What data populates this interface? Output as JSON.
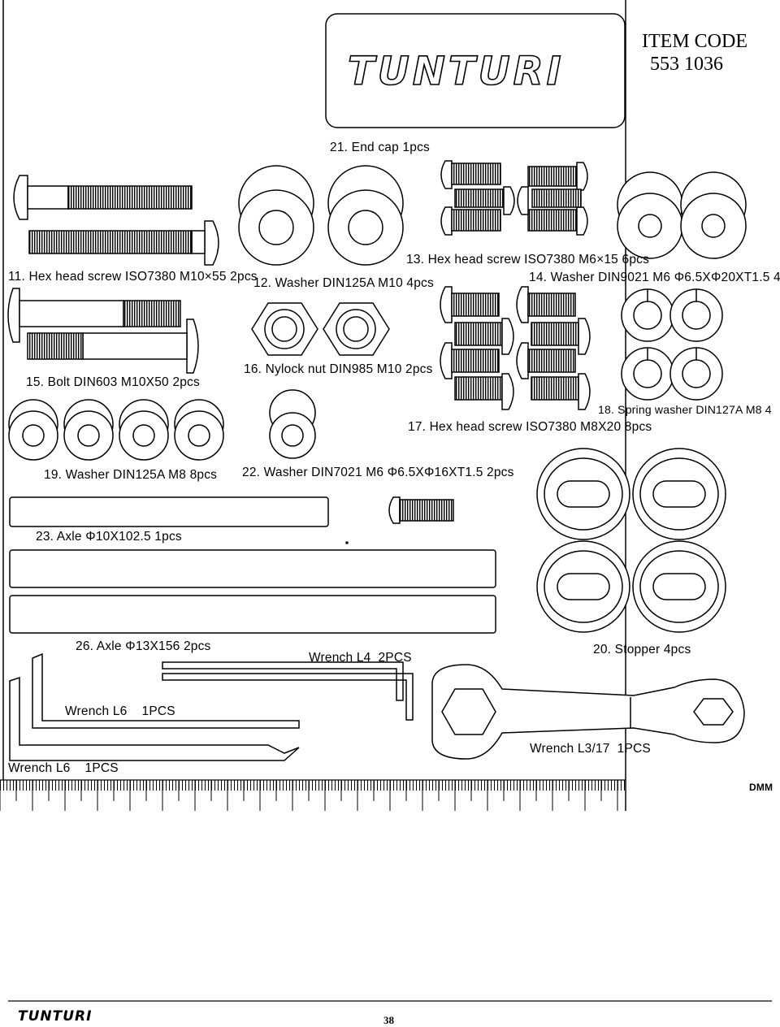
{
  "header": {
    "brand": "TUNTURI",
    "item_code_label": "ITEM CODE",
    "item_code_value": "553 1036"
  },
  "parts": {
    "p21": "21. End cap 1pcs",
    "p11": "11. Hex head screw ISO7380 M10×55 2pcs",
    "p12": "12. Washer DIN125A M10 4pcs",
    "p13": "13. Hex head screw ISO7380 M6×15 6pcs",
    "p14": "14. Washer DIN9021 M6 Φ6.5XΦ20XT1.5 4",
    "p15": "15. Bolt DIN603 M10X50 2pcs",
    "p16": "16. Nylock nut DIN985 M10 2pcs",
    "p18": "18. Spring washer DIN127A M8 4",
    "p17": "17. Hex head screw ISO7380 M8X20 8pcs",
    "p19": "19. Washer DIN125A M8 8pcs",
    "p22": "22. Washer DIN7021 M6 Φ6.5XΦ16XT1.5 2pcs",
    "p23": "23. Axle Φ10X102.5 1pcs",
    "p26": "26. Axle Φ13X156 2pcs",
    "p20": "20. Stopper 4pcs",
    "wrench_l4": "Wrench L4  2PCS",
    "wrench_l6_a": "Wrench L6    1PCS",
    "wrench_l6_b": "Wrench L6    1PCS",
    "wrench_l317": "Wrench L3/17  1PCS"
  },
  "ruler": {
    "unit_label": "DMM"
  },
  "footer": {
    "brand": "TUNTURI",
    "page_number": "38"
  }
}
